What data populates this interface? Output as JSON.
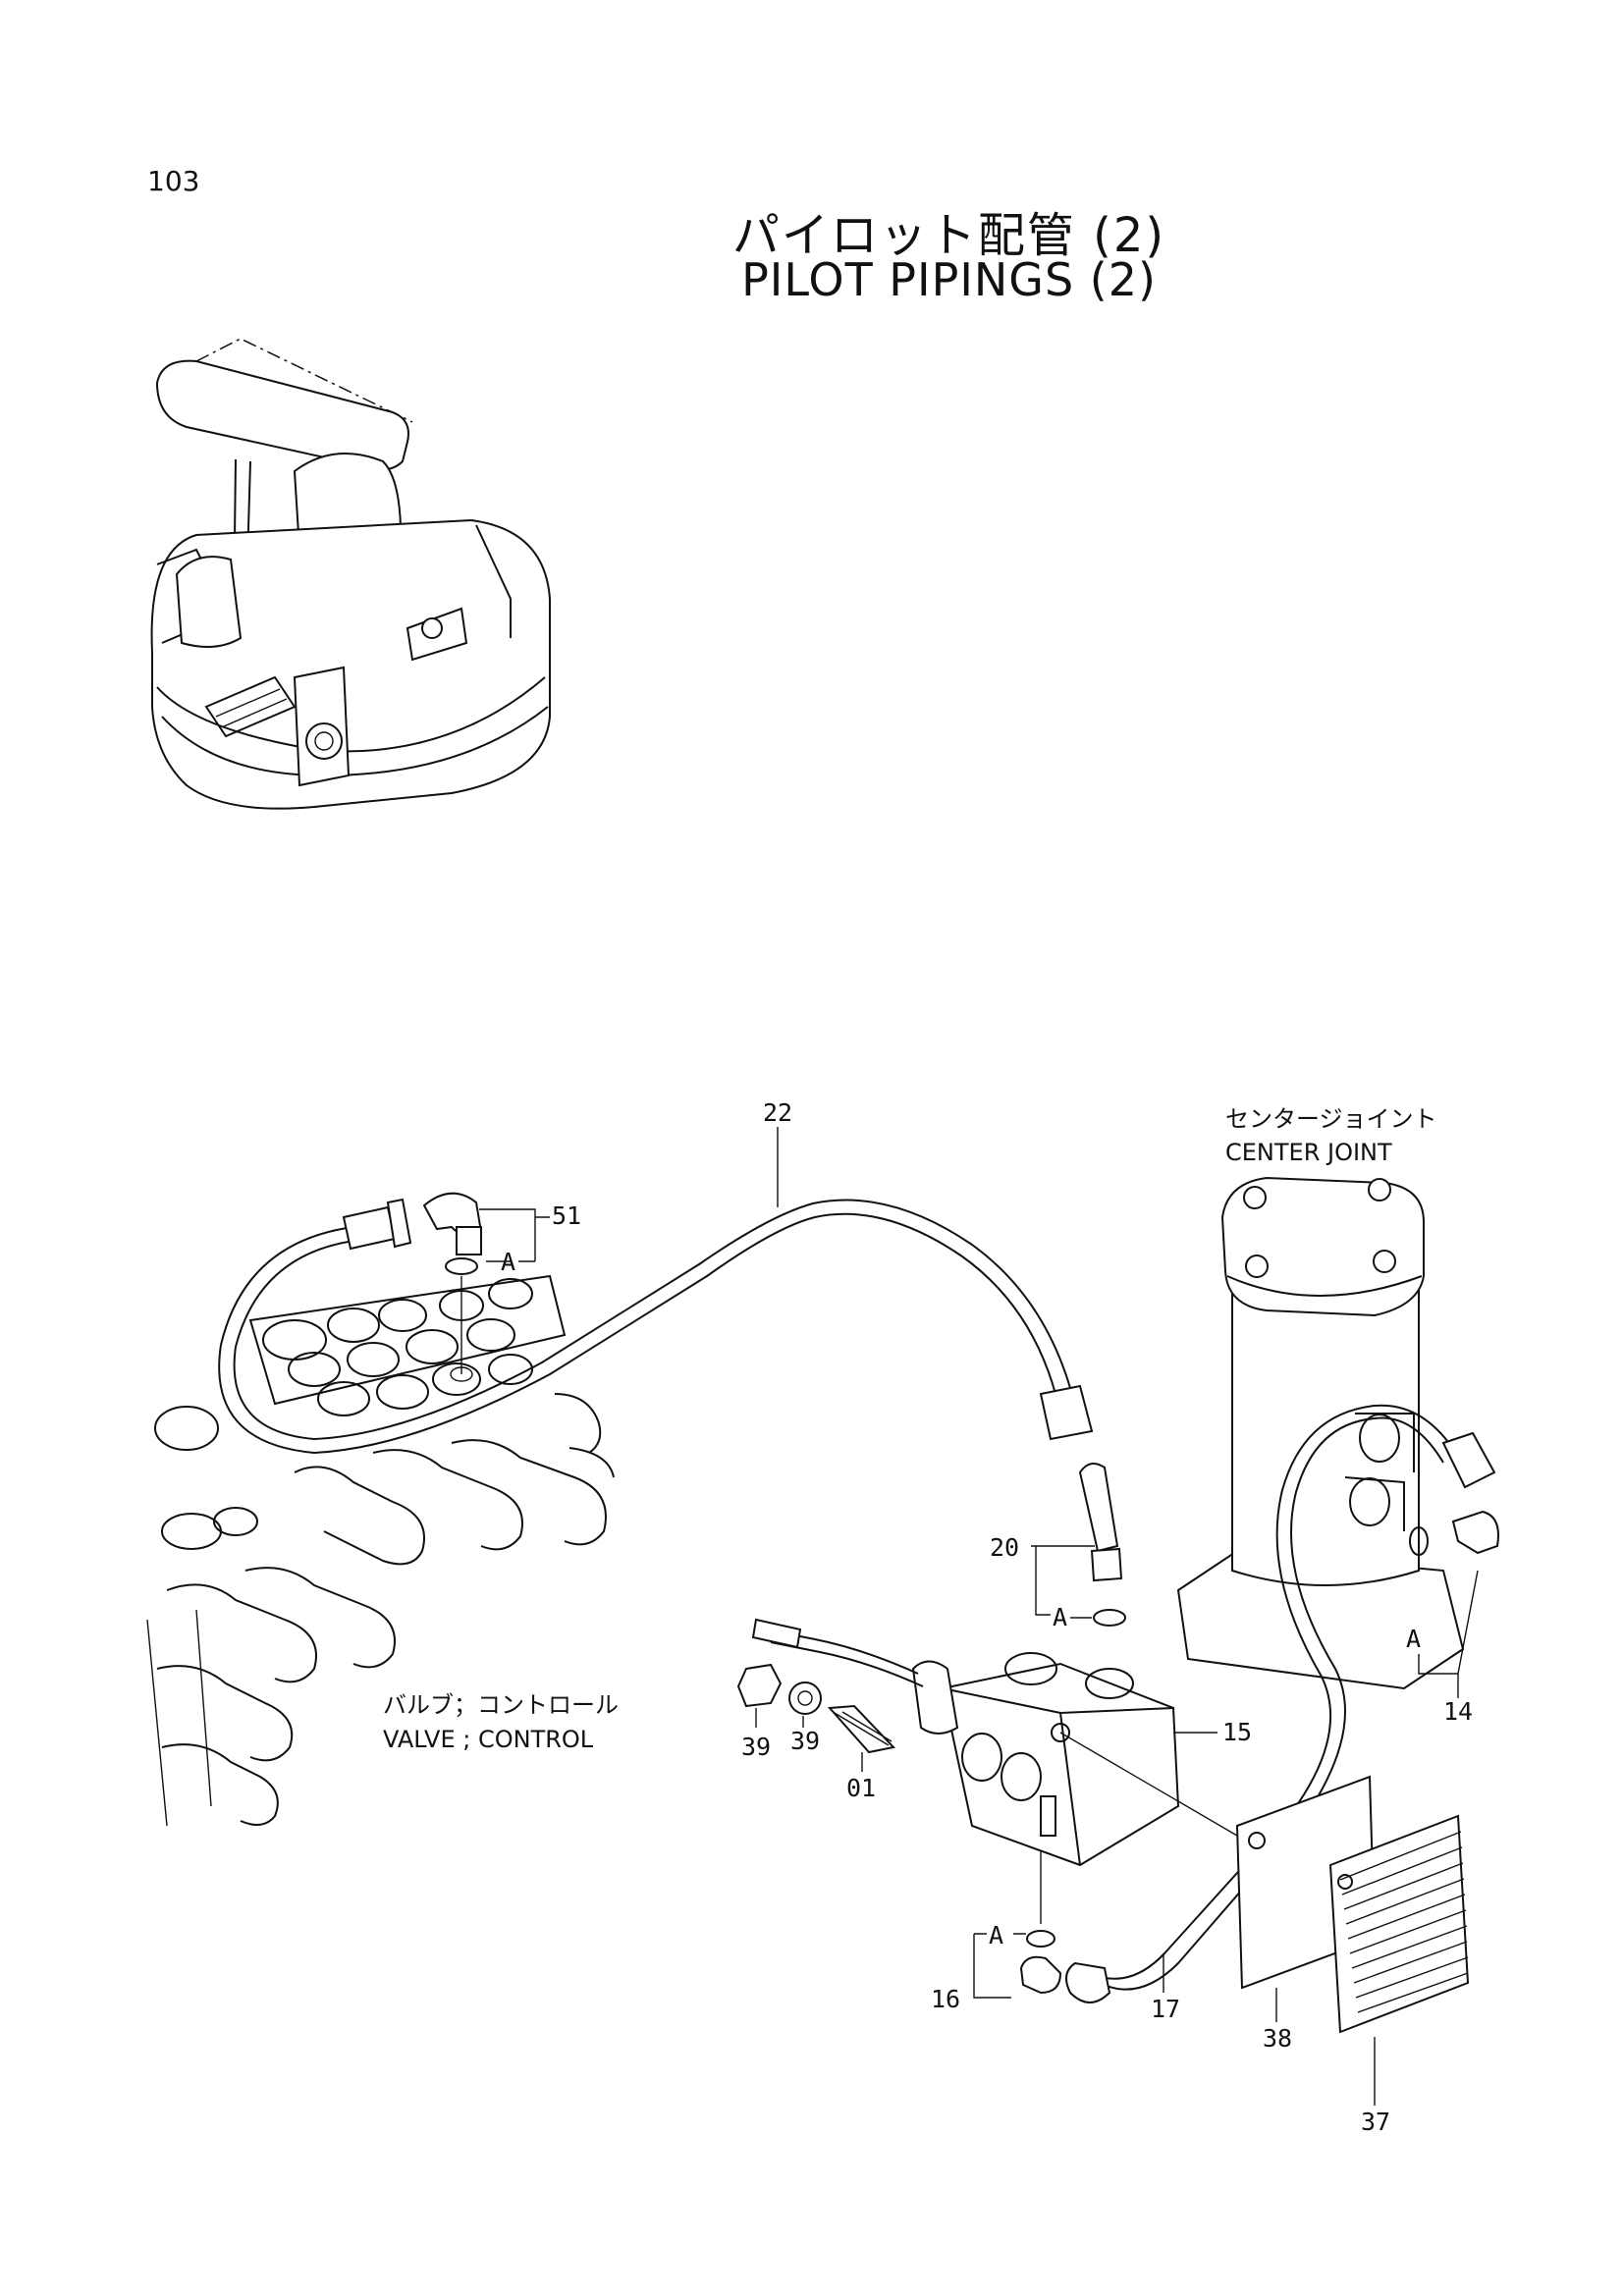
{
  "page_number": "103",
  "title_jp": "パイロット配管 (2)",
  "title_en": "PILOT PIPINGS (2)",
  "components": {
    "center_joint_jp": "センタージョイント",
    "center_joint_en": "CENTER JOINT",
    "valve_control_jp": "バルブ；コントロール",
    "valve_control_en": "VALVE ; CONTROL"
  },
  "part_labels": [
    {
      "id": "p22",
      "text": "22"
    },
    {
      "id": "p51",
      "text": "51"
    },
    {
      "id": "pA1",
      "text": "A"
    },
    {
      "id": "p20",
      "text": "20"
    },
    {
      "id": "pA2",
      "text": "A"
    },
    {
      "id": "p15",
      "text": "15"
    },
    {
      "id": "p39a",
      "text": "39"
    },
    {
      "id": "p39b",
      "text": "39"
    },
    {
      "id": "p01",
      "text": "01"
    },
    {
      "id": "p14",
      "text": "14"
    },
    {
      "id": "pA3",
      "text": "A"
    },
    {
      "id": "pA4",
      "text": "A"
    },
    {
      "id": "p16",
      "text": "16"
    },
    {
      "id": "p17",
      "text": "17"
    },
    {
      "id": "p38",
      "text": "38"
    },
    {
      "id": "p37",
      "text": "37"
    }
  ]
}
